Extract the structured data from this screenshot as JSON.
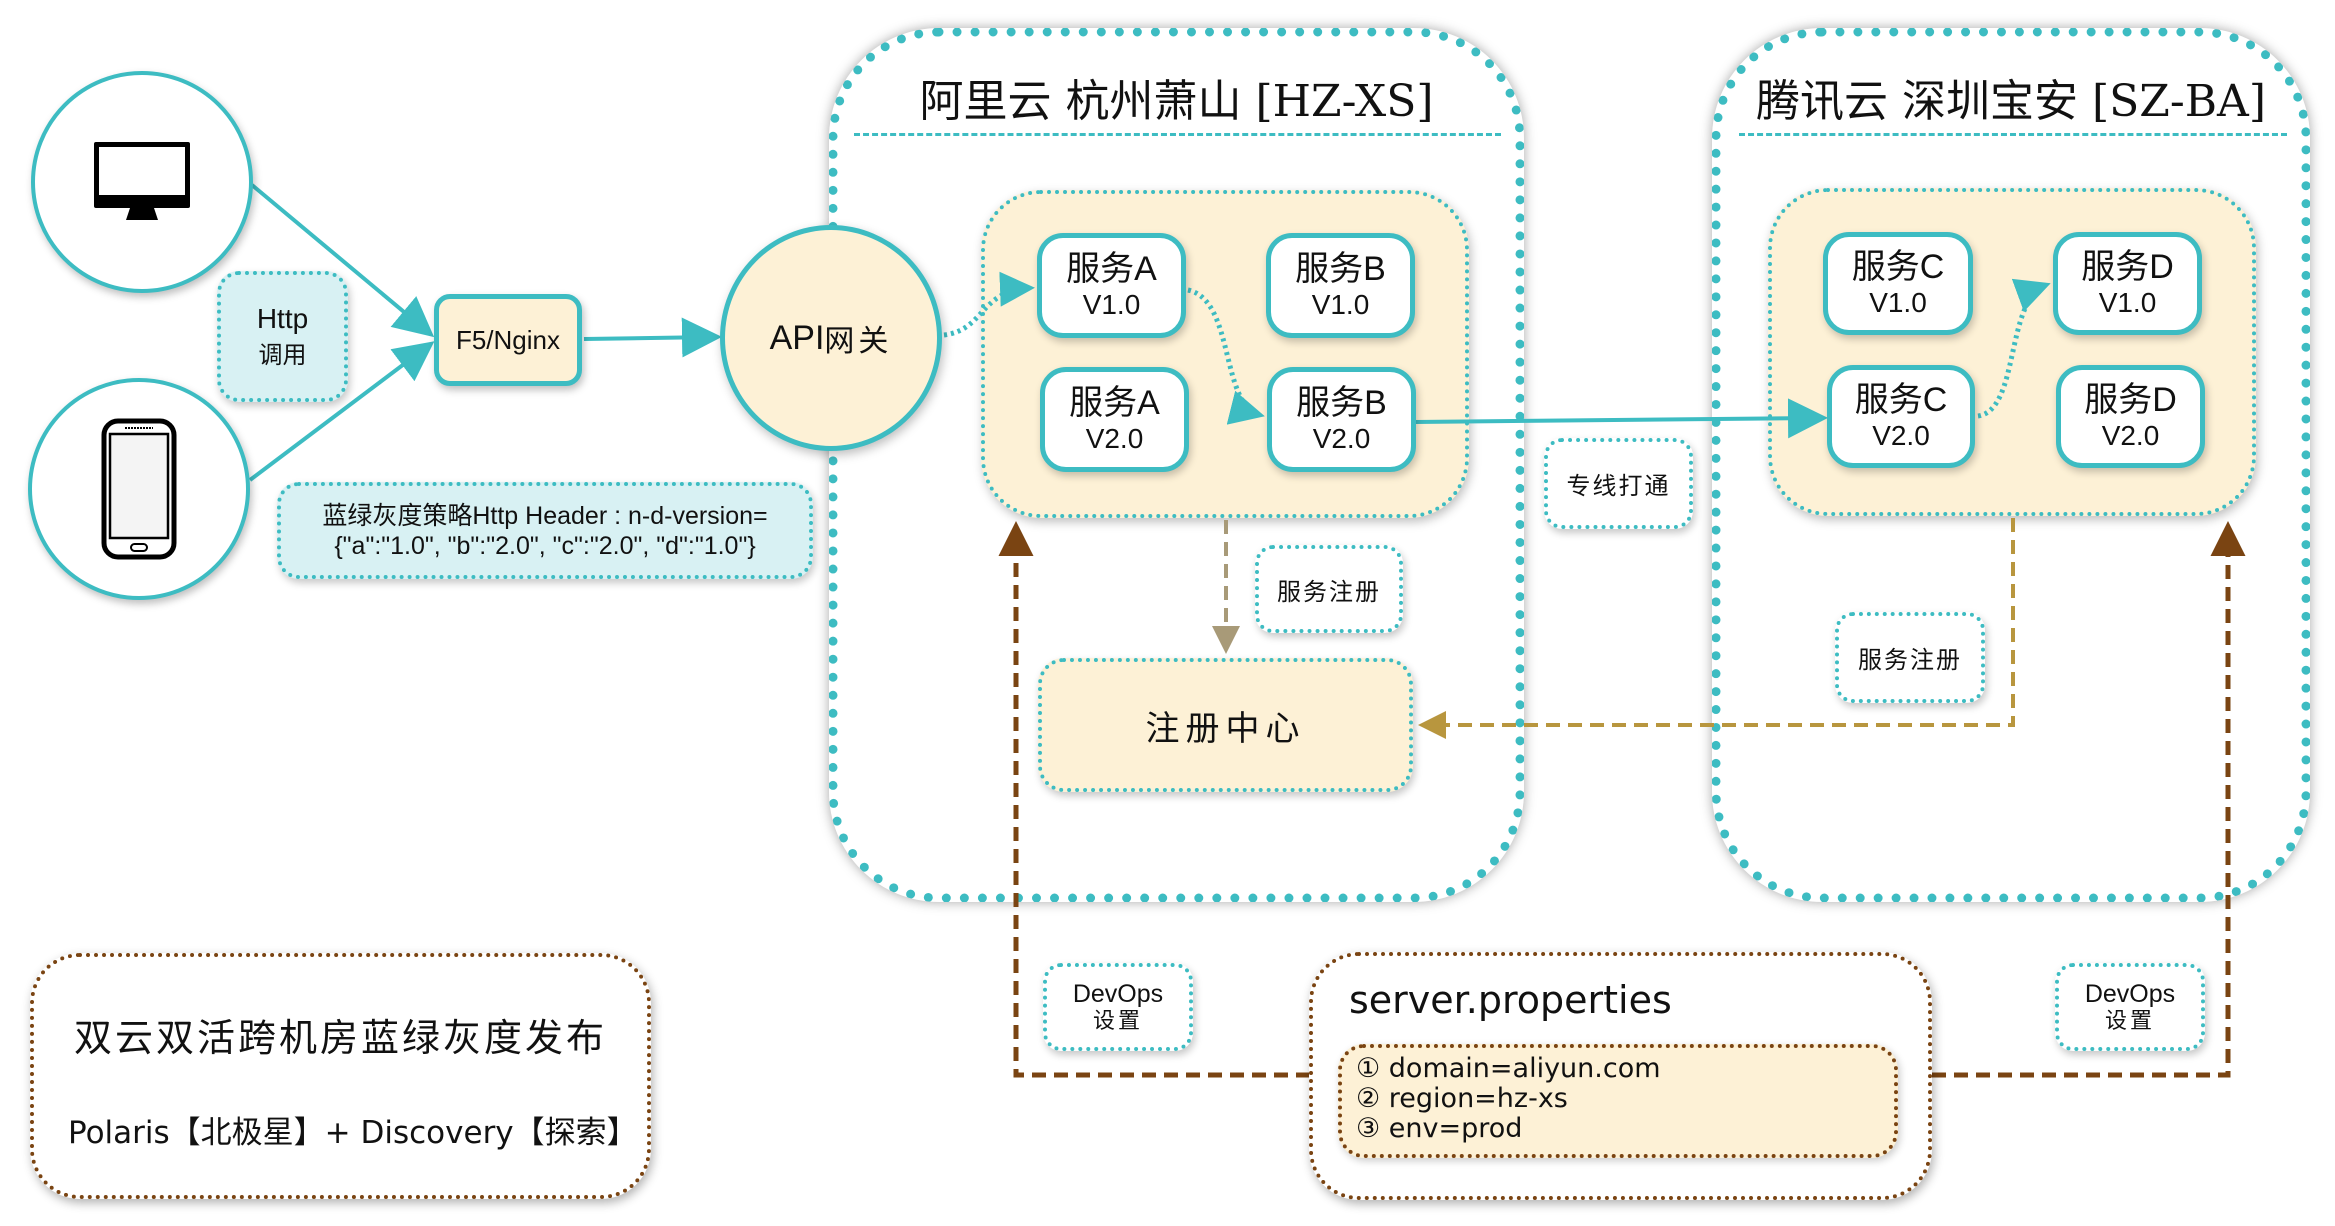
{
  "clients": {
    "desktop": {
      "icon": "desktop-monitor-icon"
    },
    "mobile": {
      "icon": "smartphone-icon"
    }
  },
  "http_call_note": {
    "line1": "Http",
    "line2": "调用"
  },
  "load_balancer": {
    "label": "F5/Nginx"
  },
  "api_gateway": {
    "label_en": "API",
    "label_cn": "网关"
  },
  "strategy_note": {
    "line1": "蓝绿灰度策略Http Header : n-d-version=",
    "line2": "{\"a\":\"1.0\", \"b\":\"2.0\", \"c\":\"2.0\", \"d\":\"1.0\"}"
  },
  "clouds": [
    {
      "title": "阿里云 杭州萧山 [HZ-XS]",
      "services": [
        {
          "name": "服务A",
          "version": "V1.0"
        },
        {
          "name": "服务B",
          "version": "V1.0"
        },
        {
          "name": "服务A",
          "version": "V2.0"
        },
        {
          "name": "服务B",
          "version": "V2.0"
        }
      ],
      "register_note": "服务注册",
      "registry": "注册中心"
    },
    {
      "title": "腾讯云 深圳宝安 [SZ-BA]",
      "services": [
        {
          "name": "服务C",
          "version": "V1.0"
        },
        {
          "name": "服务D",
          "version": "V1.0"
        },
        {
          "name": "服务C",
          "version": "V2.0"
        },
        {
          "name": "服务D",
          "version": "V2.0"
        }
      ],
      "register_note": "服务注册"
    }
  ],
  "dedicated_line_note": "专线打通",
  "devops_notes": [
    {
      "line1": "DevOps",
      "line2": "设置"
    },
    {
      "line1": "DevOps",
      "line2": "设置"
    }
  ],
  "server_properties": {
    "title": "server.properties",
    "entries": [
      "① domain=aliyun.com",
      "② region=hz-xs",
      "③ env=prod"
    ]
  },
  "title_box": {
    "title": "双云双活跨机房蓝绿灰度发布",
    "subtitle": "Polaris【北极星】+ Discovery【探索】"
  },
  "colors": {
    "teal": "#3dbcc2",
    "cream": "#fdf1d6",
    "light_cyan": "#d8f1f3",
    "brown": "#7a4412",
    "gold": "#b8963e",
    "gray_arrow": "#a89a78"
  }
}
